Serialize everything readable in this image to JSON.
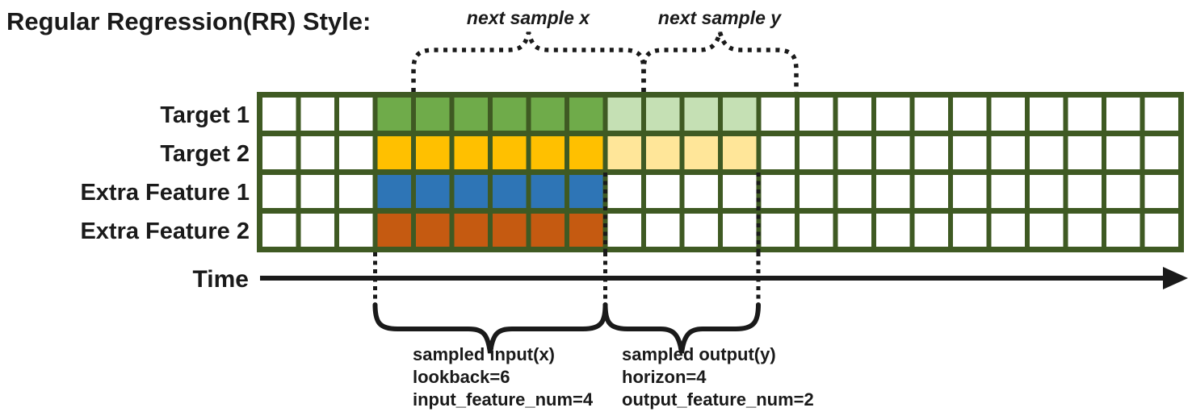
{
  "title": "Regular Regression(RR) Style:",
  "colors": {
    "grid_line": "#3F5A23",
    "ink": "#1a1a1a",
    "cell_empty": "#ffffff"
  },
  "grid": {
    "columns": 24,
    "input_start_col": 3,
    "lookback": 6,
    "horizon": 4,
    "rows": [
      {
        "label": "Target 1",
        "input_color": "#6FAB4A",
        "output_color": "#C5E0B4"
      },
      {
        "label": "Target 2",
        "input_color": "#FFC000",
        "output_color": "#FFE699"
      },
      {
        "label": "Extra Feature 1",
        "input_color": "#2E75B6",
        "output_color": null
      },
      {
        "label": "Extra Feature 2",
        "input_color": "#C55A11",
        "output_color": null
      }
    ]
  },
  "annotations": {
    "next_sample_x": "next sample x",
    "next_sample_y": "next sample y",
    "time_label": "Time",
    "input_block": [
      "sampled input(x)",
      "lookback=6",
      "input_feature_num=4"
    ],
    "output_block": [
      "sampled output(y)",
      "horizon=4",
      "output_feature_num=2"
    ]
  }
}
